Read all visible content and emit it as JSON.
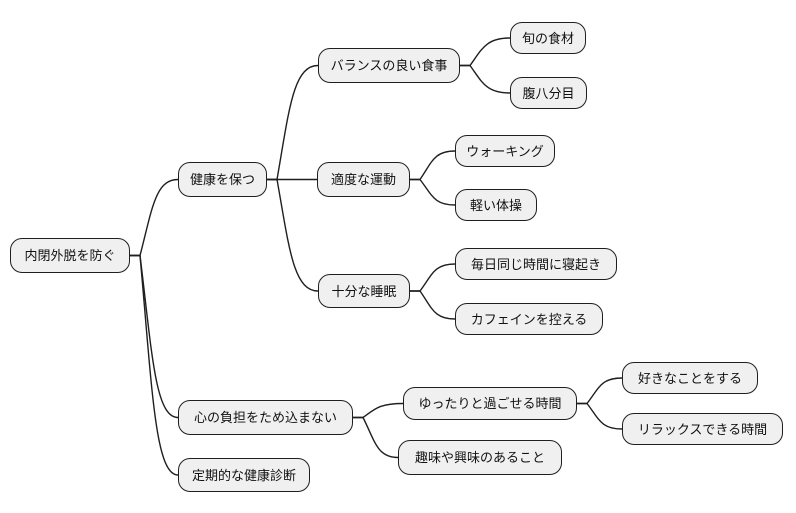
{
  "diagram_type": "mindmap",
  "colors": {
    "background": "#ffffff",
    "node_fill": "#f0f0f0",
    "node_border": "#1f1f1f",
    "edge": "#1f1f1f",
    "text": "#111111"
  },
  "mindmap": {
    "root": {
      "label": "内閉外脱を防ぐ",
      "children": [
        {
          "label": "健康を保つ",
          "children": [
            {
              "label": "バランスの良い食事",
              "children": [
                {
                  "label": "旬の食材"
                },
                {
                  "label": "腹八分目"
                }
              ]
            },
            {
              "label": "適度な運動",
              "children": [
                {
                  "label": "ウォーキング"
                },
                {
                  "label": "軽い体操"
                }
              ]
            },
            {
              "label": "十分な睡眠",
              "children": [
                {
                  "label": "毎日同じ時間に寝起き"
                },
                {
                  "label": "カフェインを控える"
                }
              ]
            }
          ]
        },
        {
          "label": "心の負担をため込まない",
          "children": [
            {
              "label": "ゆったりと過ごせる時間",
              "children": [
                {
                  "label": "好きなことをする"
                },
                {
                  "label": "リラックスできる時間"
                }
              ]
            },
            {
              "label": "趣味や興味のあること"
            }
          ]
        },
        {
          "label": "定期的な健康診断"
        }
      ]
    }
  }
}
